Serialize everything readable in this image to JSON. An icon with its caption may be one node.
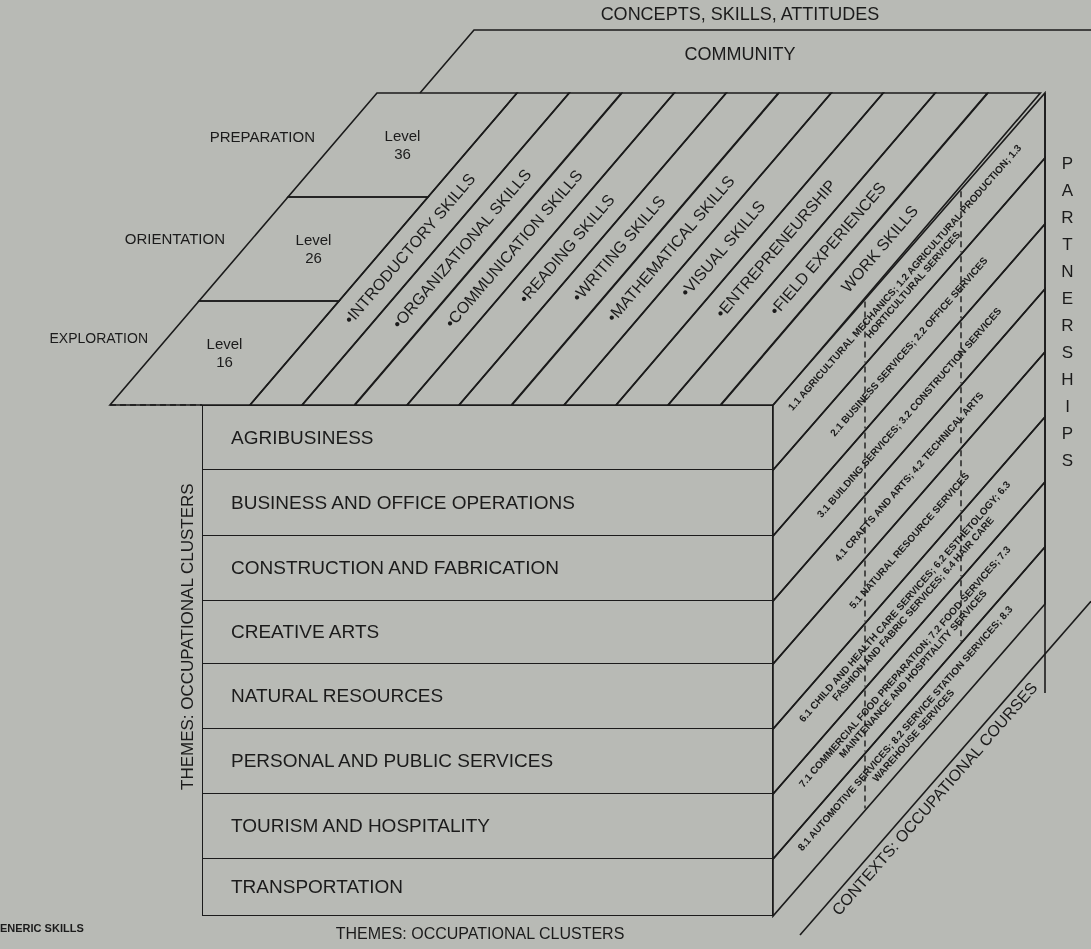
{
  "diagram": {
    "nodes": [
      {
        "text": [
          "AGRIBUSINESS"
        ]
      },
      {
        "text": [
          "BUSINESS AND OFFICE OPERATIONS"
        ]
      },
      {
        "text": [
          "CONSTRUCTION AND FABRICATION"
        ]
      },
      {
        "text": [
          "CREATIVE ARTS"
        ]
      },
      {
        "text": [
          "NATURAL RESOURCES"
        ]
      },
      {
        "text": [
          "PERSONAL AND PUBLIC SERVICES"
        ]
      },
      {
        "text": [
          "TOURISM AND HOSPITALITY"
        ]
      },
      {
        "text": [
          "TRANSPORTATION"
        ]
      },
      {
        "text": [
          "Level 36"
        ]
      },
      {
        "text": [
          "Level 26"
        ]
      },
      {
        "text": [
          "Level 16"
        ]
      },
      {
        "text": [
          "•INTRODUCTORY SKILLS"
        ]
      },
      {
        "text": [
          "•ORGANIZATIONAL SKILLS"
        ]
      },
      {
        "text": [
          "•COMMUNICATION SKILLS"
        ]
      },
      {
        "text": [
          "•READING SKILLS"
        ]
      },
      {
        "text": [
          "•WRITING SKILLS"
        ]
      },
      {
        "text": [
          "•MATHEMATICAL SKILLS"
        ]
      },
      {
        "text": [
          "•VISUAL SKILLS"
        ]
      },
      {
        "text": [
          "•ENTREPRENEURSHIP"
        ]
      },
      {
        "text": [
          "•FIELD EXPERIENCES"
        ]
      },
      {
        "text": [
          "WORK SKILLS"
        ]
      },
      {
        "text": [
          "1.1 AGRICULTURAL MECHANICS; 1.2 AGRICULTURAL PRODUCTION; 1.3 HORTICULTURAL SERVICES"
        ]
      },
      {
        "text": [
          "2.1 BUSINESS SERVICES; 2.2 OFFICE SERVICES"
        ]
      },
      {
        "text": [
          "3.1 BUILDING SERVICES; 3.2 CONSTRUCTION SERVICES"
        ]
      },
      {
        "text": [
          "4.1 CRAFTS AND ARTS; 4.2 TECHNICAL ARTS"
        ]
      },
      {
        "text": [
          "5.1 NATURAL RESOURCE SERVICES"
        ]
      },
      {
        "text": [
          "6.1 CHILD AND HEALTH CARE SERVICES; 6.2 ESTHETOLOGY; 6.3 FASHION AND FABRIC SERVICES; 6.4 HAIR CARE"
        ]
      },
      {
        "text": [
          "7.1 COMMERCIAL FOOD PREPARATION; 7.2 FOOD SERVICES; 7.3 MAINTENANCE AND HOSPITALITY SERVICES"
        ]
      },
      {
        "text": [
          "8.1 AUTOMOTIVE SERVICES; 8.2 SERVICE STATION SERVICES; 8.3 WAREHOUSE SERVICES"
        ]
      }
    ],
    "labels": [
      "CONCEPTS, SKILLS, ATTITUDES",
      "COMMUNITY",
      "PREPARATION",
      "ORIENTATION",
      "EXPLORATION",
      "PARTNERSHIPS",
      "THEMES: OCCUPATIONAL CLUSTERS",
      "CONTEXTS: OCCUPATIONAL COURSES",
      "ENERIC SKILLS",
      "THEMES: OCCUPATIONAL CLUSTERS"
    ]
  }
}
